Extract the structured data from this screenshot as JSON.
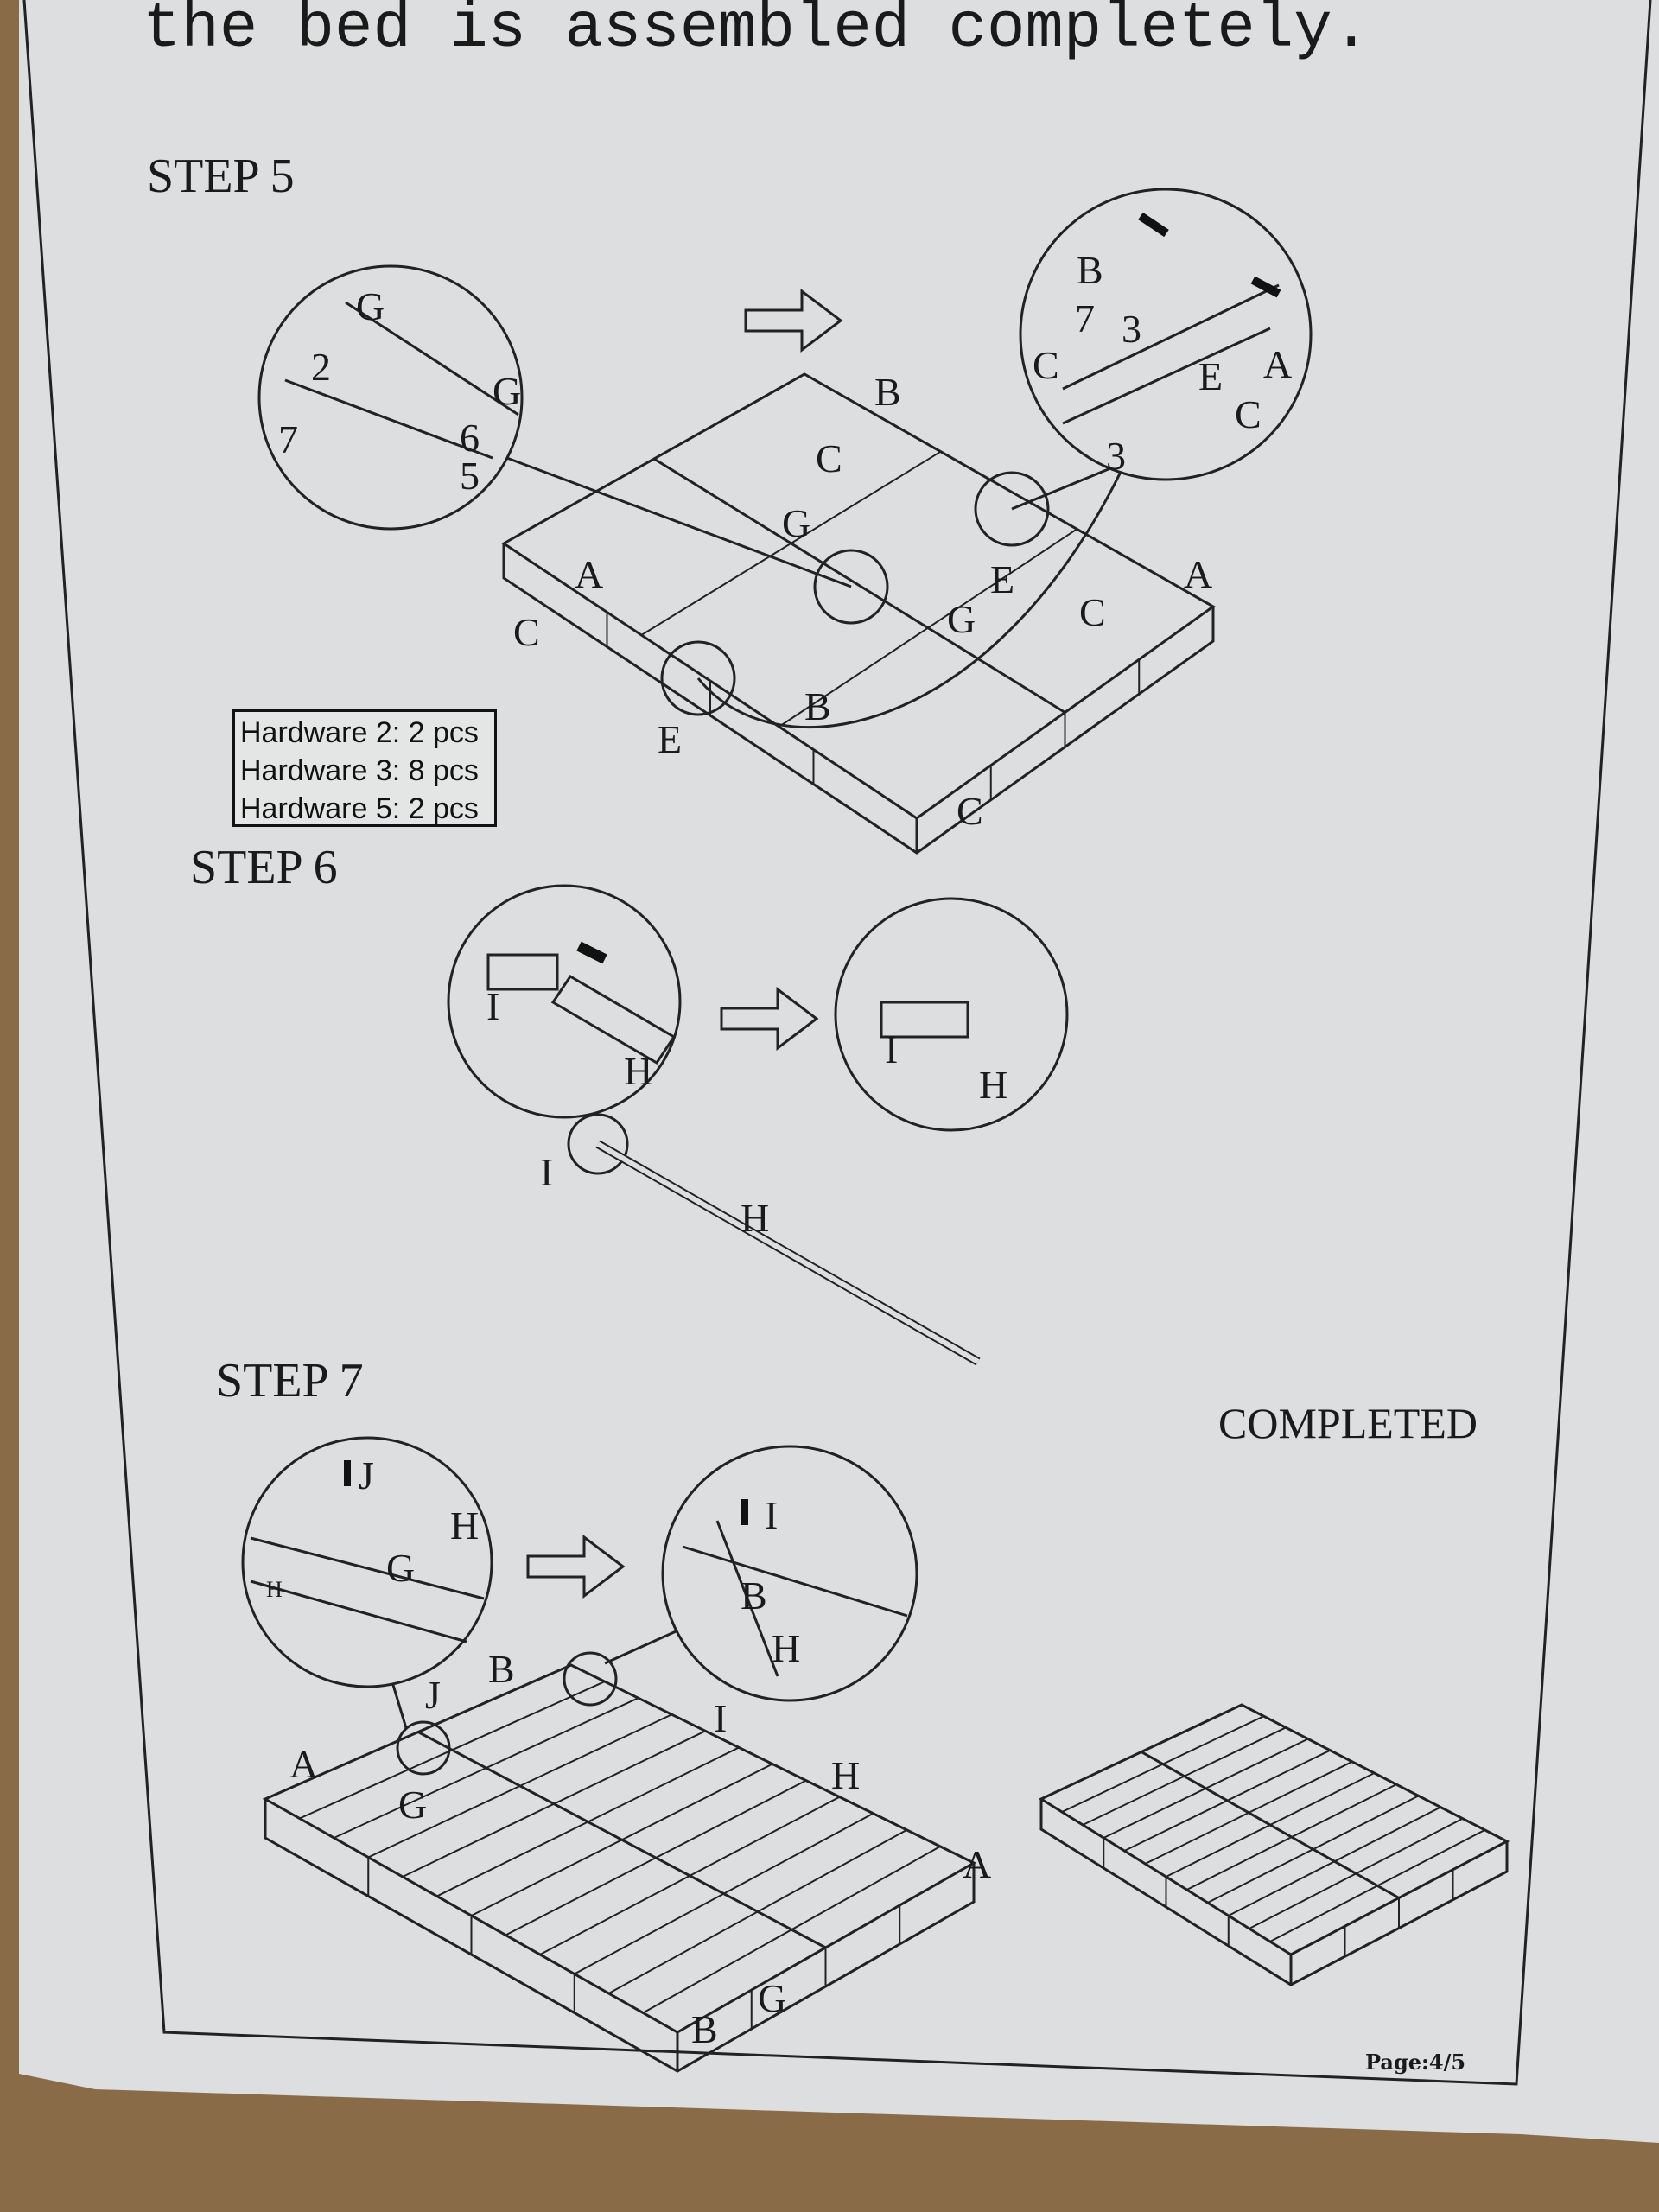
{
  "header": {
    "title": "the bed is assembled completely."
  },
  "step5": {
    "heading": "STEP 5",
    "hardware": [
      "Hardware 2: 2 pcs",
      "Hardware 3: 8 pcs",
      "Hardware 5: 2 pcs"
    ],
    "labels": [
      "G",
      "2",
      "7",
      "G",
      "6",
      "5",
      "B",
      "7",
      "3",
      "C",
      "E",
      "A",
      "C",
      "3",
      "B",
      "C",
      "G",
      "A",
      "C",
      "E",
      "G",
      "C",
      "A",
      "B",
      "E",
      "C"
    ]
  },
  "step6": {
    "heading": "STEP 6",
    "labels": [
      "I",
      "H",
      "I",
      "H",
      "I",
      "H"
    ]
  },
  "step7": {
    "heading": "STEP 7",
    "labels": [
      "J",
      "H",
      "G",
      "H",
      "I",
      "B",
      "H",
      "B",
      "J",
      "A",
      "G",
      "I",
      "H",
      "A",
      "G",
      "B"
    ]
  },
  "completed": {
    "heading": "COMPLETED"
  },
  "footer": {
    "page": "Page:4/5"
  },
  "colors": {
    "paper": "#dcdedf",
    "cardboard": "#8a6b47",
    "ink": "#1a1a1a"
  }
}
